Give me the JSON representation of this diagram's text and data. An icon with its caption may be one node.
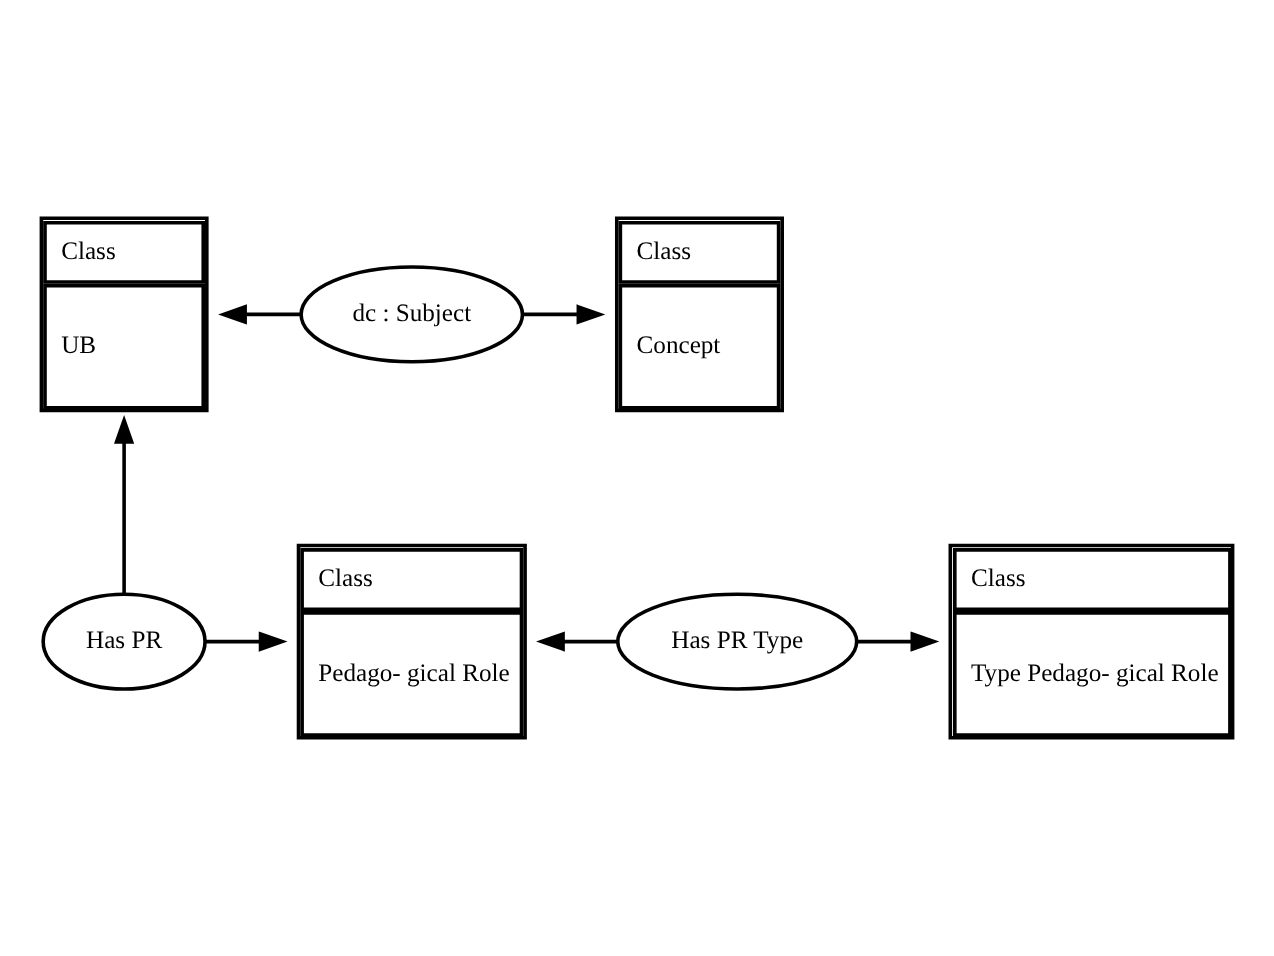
{
  "diagram": {
    "nodes": [
      {
        "text": [
          "Class",
          "UB"
        ]
      },
      {
        "text": [
          "dc : Subject"
        ]
      },
      {
        "text": [
          "Class",
          "Concept"
        ]
      },
      {
        "text": [
          "Has PR"
        ]
      },
      {
        "text": [
          "Class",
          "Pedago- gical Role"
        ]
      },
      {
        "text": [
          "Has PR Type"
        ]
      },
      {
        "text": [
          "Class",
          "Type Pedago- gical Role"
        ]
      }
    ],
    "edges": [
      {
        "from": 1,
        "to": 0,
        "arrow": "to"
      },
      {
        "from": 1,
        "to": 2,
        "arrow": "to"
      },
      {
        "from": 3,
        "to": 0,
        "arrow": "to"
      },
      {
        "from": 3,
        "to": 4,
        "arrow": "to"
      },
      {
        "from": 5,
        "to": 4,
        "arrow": "to"
      },
      {
        "from": 5,
        "to": 6,
        "arrow": "to"
      }
    ]
  }
}
